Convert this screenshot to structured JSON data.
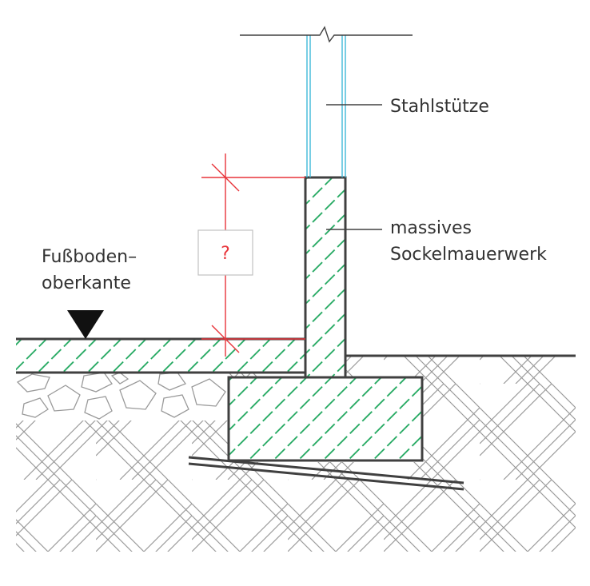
{
  "labels": {
    "column": "Stahlstütze",
    "plinth_line1": "massives",
    "plinth_line2": "Sockelmauerwerk",
    "floor_line1": "Fußboden–",
    "floor_line2": "oberkante",
    "unknown_height": "?"
  },
  "colors": {
    "line": "#404040",
    "hatch_green": "#1aa55a",
    "dimension_red": "#e8343a",
    "steel_blue": "#3fb8d8",
    "soil_gray": "#9a9a9a",
    "box_border": "#c0c0c0"
  }
}
